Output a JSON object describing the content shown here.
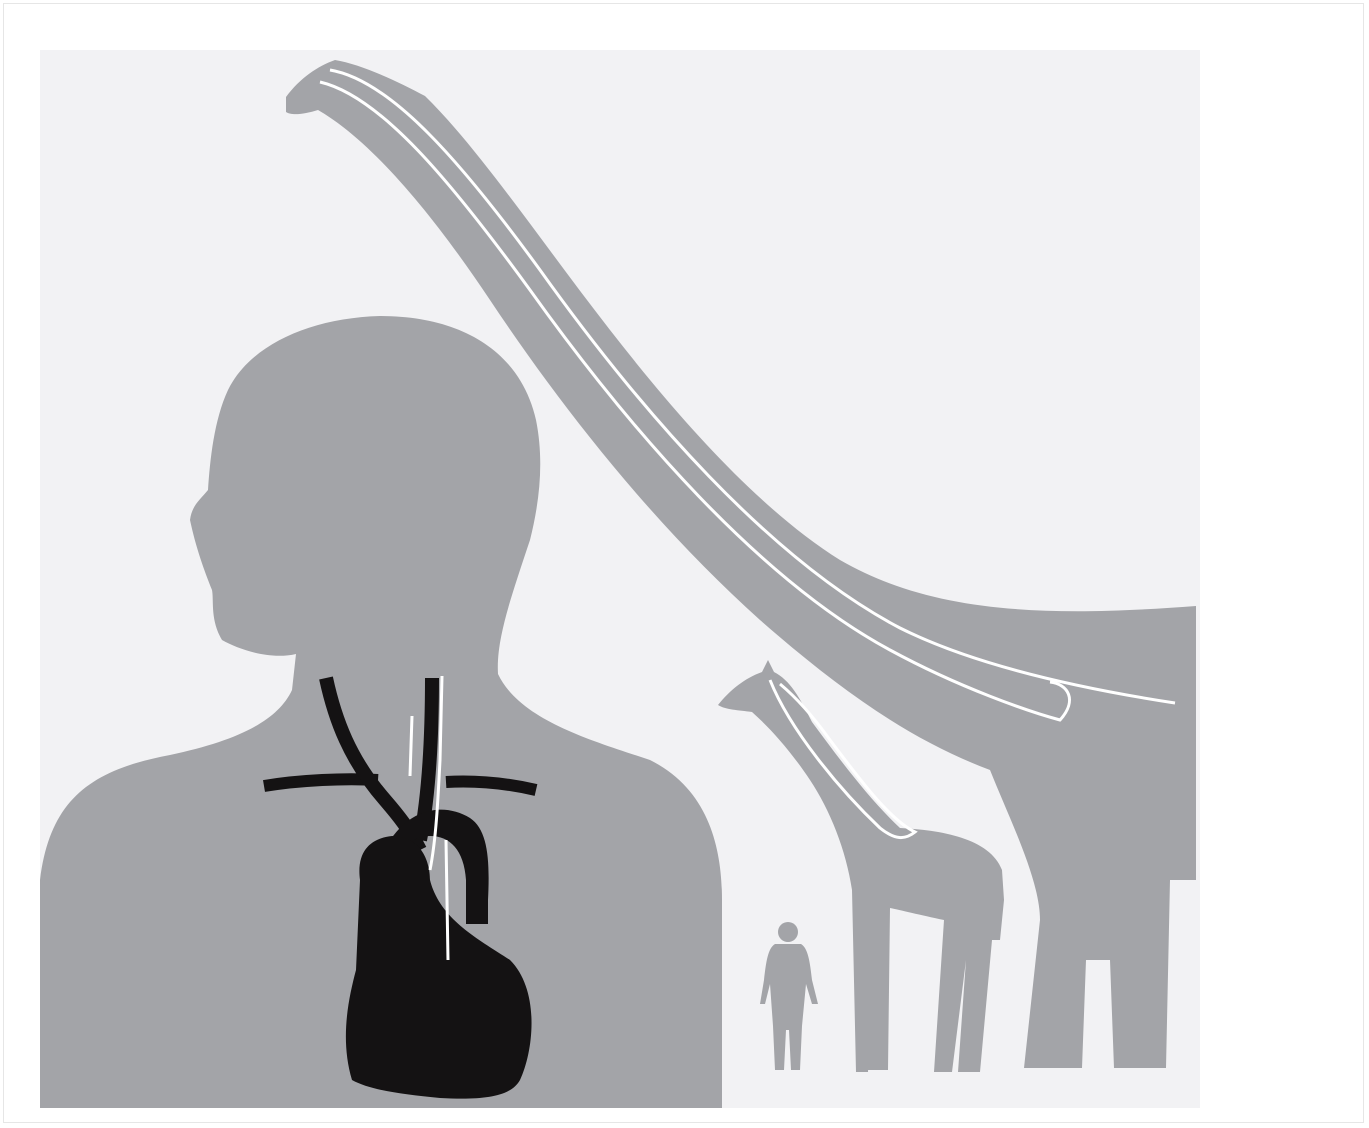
{
  "figure": {
    "panel_color": "#f2f2f4",
    "silhouette_color": "#a3a4a8",
    "vessel_color": "#ffffff",
    "heart_color": "#141213",
    "figures": [
      "human-torso-with-heart-and-arteries",
      "sauropod-dinosaur",
      "giraffe",
      "small-human"
    ]
  }
}
